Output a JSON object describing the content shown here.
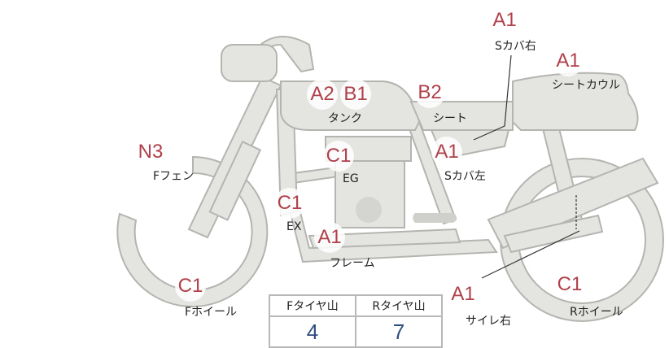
{
  "colors": {
    "body": "#e4e4e0",
    "outline": "#b4b4b0",
    "code": "#b0404a",
    "value": "#2f4d7e"
  },
  "parts": [
    {
      "code": "A1",
      "label": "Sカバ右"
    },
    {
      "code": "A1",
      "label": "シートカウル"
    },
    {
      "code": "A2",
      "code2": "B1",
      "label": "タンク"
    },
    {
      "code": "B2",
      "label": "シート"
    },
    {
      "code": "N3",
      "label": "Fフェン"
    },
    {
      "code": "C1",
      "label": "EG"
    },
    {
      "code": "A1",
      "label": "Sカバ左"
    },
    {
      "code": "C1",
      "label": "EX"
    },
    {
      "code": "A1",
      "label": "フレーム"
    },
    {
      "code": "C1",
      "label": "Fホイール"
    },
    {
      "code": "A1",
      "label": "サイレ右"
    },
    {
      "code": "C1",
      "label": "Rホイール"
    }
  ],
  "tires": {
    "front_label": "Fタイヤ山",
    "rear_label": "Rタイヤ山",
    "front_value": "4",
    "rear_value": "7"
  }
}
